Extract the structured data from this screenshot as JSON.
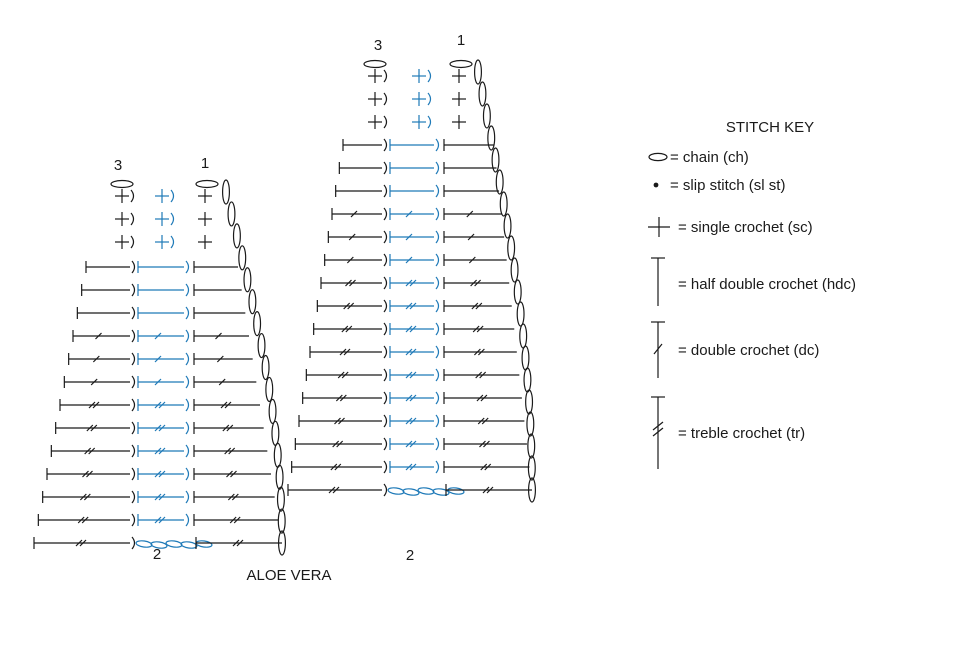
{
  "charts": {
    "small": {
      "label_left": "3",
      "label_right": "1",
      "label_bottom": "2",
      "sc_rows": 3,
      "long_rows": 13
    },
    "large": {
      "label_left": "3",
      "label_right": "1",
      "label_bottom": "2",
      "sc_rows": 3,
      "long_rows": 16
    }
  },
  "caption": "ALOE VERA",
  "key": {
    "title": "STITCH KEY",
    "items": [
      {
        "icon": "chain-icon",
        "text": "= chain (ch)"
      },
      {
        "icon": "slip-stitch-icon",
        "text": "= slip stitch (sl st)"
      },
      {
        "icon": "single-crochet-icon",
        "text": "= single crochet (sc)"
      },
      {
        "icon": "half-double-crochet-icon",
        "text": "= half double crochet (hdc)"
      },
      {
        "icon": "double-crochet-icon",
        "text": "= double crochet (dc)"
      },
      {
        "icon": "treble-crochet-icon",
        "text": "= treble crochet (tr)"
      }
    ]
  },
  "colors": {
    "ink": "#1a1a1a",
    "accent": "#1f7ab8"
  }
}
